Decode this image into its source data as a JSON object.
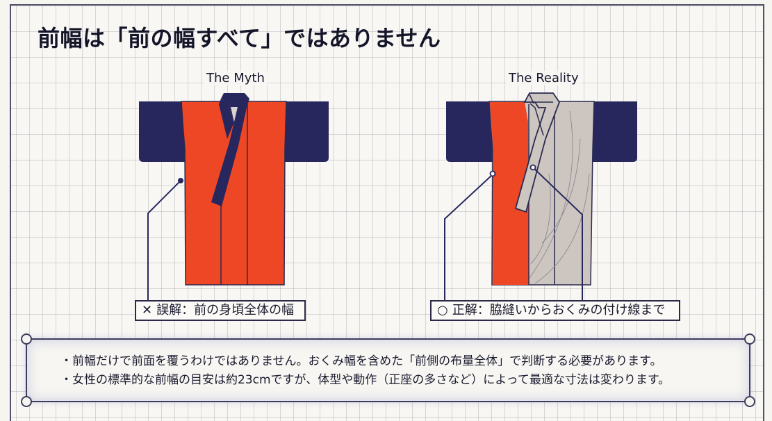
{
  "title": "前幅は「前の幅すべて」ではありません",
  "panels": {
    "myth": {
      "caption": "The Myth",
      "label_icon": "✕",
      "label_icon_name": "cross-icon",
      "label_text": "誤解：前の身頃全体の幅"
    },
    "reality": {
      "caption": "The Reality",
      "label_icon": "○",
      "label_icon_name": "circle-icon",
      "label_text": "正解：脇縫いからおくみの付け線まで"
    }
  },
  "notes": [
    "・前幅だけで前面を覆うわけではありません。おくみ幅を含めた「前側の布量全体」で判断する必要があります。",
    "・女性の標準的な前幅の目安は約23cmですが、体型や動作（正座の多さなど）によって最適な寸法は変わります。"
  ],
  "colors": {
    "navy": "#27275e",
    "highlight_orange": "#ee4725",
    "fabric_grey": "#cdc6c0",
    "collar_inner": "#d9d4cf",
    "grid_bg": "#f8f7f3"
  }
}
